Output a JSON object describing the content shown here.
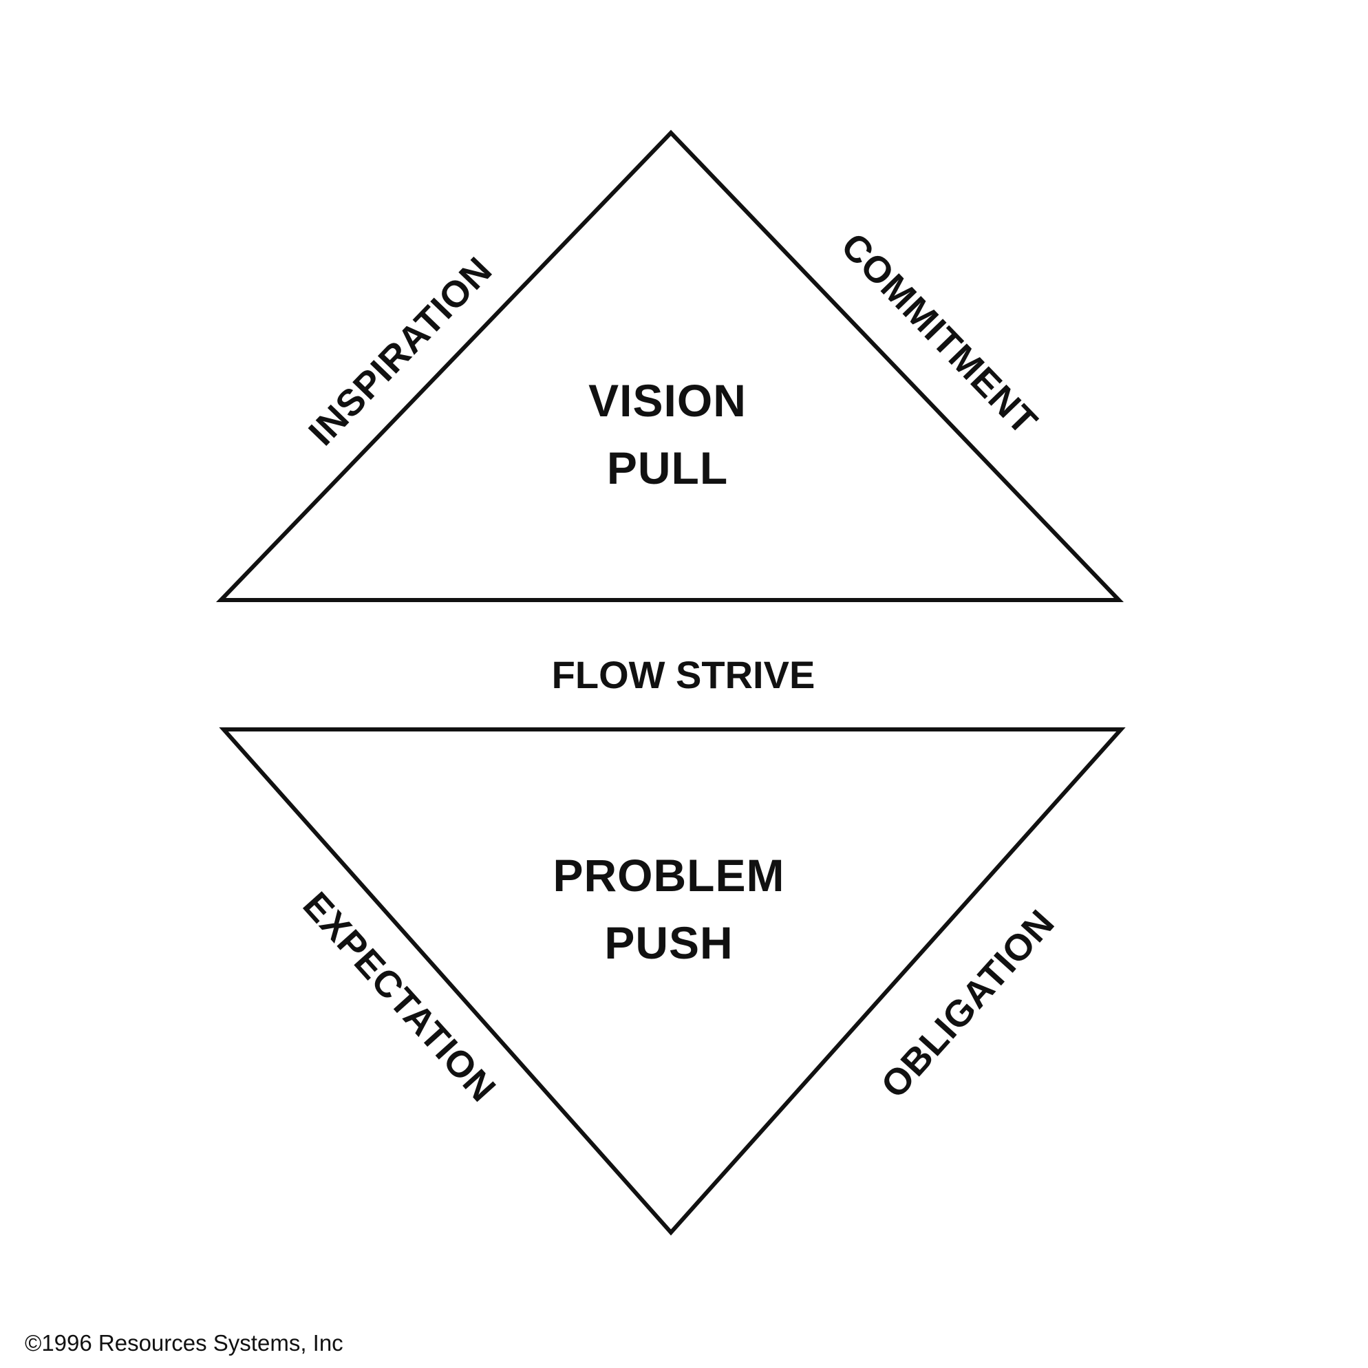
{
  "top_triangle": {
    "center_line1": "VISION",
    "center_line2": "PULL",
    "left_edge": "INSPIRATION",
    "right_edge": "COMMITMENT"
  },
  "middle_label": "FLOW STRIVE",
  "bottom_triangle": {
    "center_line1": "PROBLEM",
    "center_line2": "PUSH",
    "left_edge": "EXPECTATION",
    "right_edge": "OBLIGATION"
  },
  "copyright": "©1996 Resources Systems, Inc"
}
